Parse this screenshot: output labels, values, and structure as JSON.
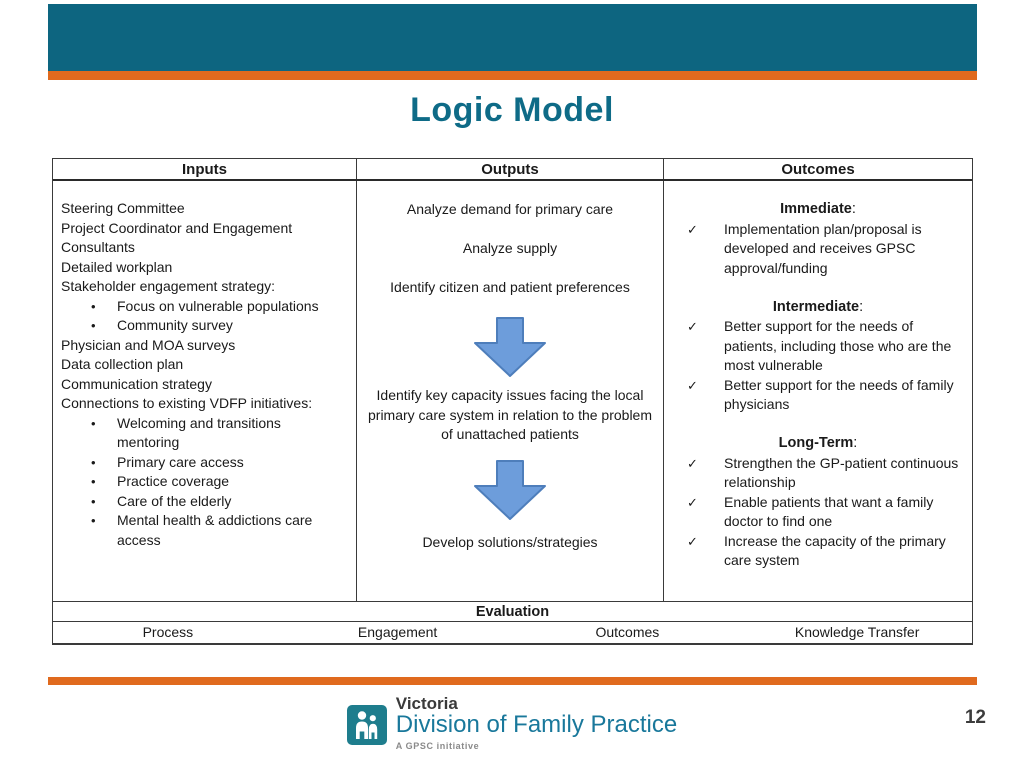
{
  "slide": {
    "title": "Logic Model",
    "page_number": "12"
  },
  "glyphs": {
    "bullet": "•",
    "check": "✓"
  },
  "colors": {
    "teal_banner": "#0d6580",
    "orange_accent": "#e06a1e",
    "title_teal": "#0e6b87",
    "arrow_fill": "#6d9ddb",
    "arrow_border": "#4e7ebb",
    "logo_teal": "#1e7d8d"
  },
  "table": {
    "headers": [
      "Inputs",
      "Outputs",
      "Outcomes"
    ],
    "inputs": {
      "lines": [
        "Steering Committee",
        "Project Coordinator and Engagement Consultants",
        "Detailed workplan",
        "Stakeholder engagement strategy:"
      ],
      "strategy_bullets": [
        "Focus on vulnerable populations",
        "Community survey"
      ],
      "lines2": [
        "Physician and MOA surveys",
        "Data collection plan",
        "Communication strategy",
        "Connections to existing VDFP initiatives:"
      ],
      "initiative_bullets": [
        "Welcoming and transitions mentoring",
        "Primary care access",
        "Practice coverage",
        "Care of the elderly",
        "Mental health & addictions care access"
      ]
    },
    "outputs": {
      "step1": "Analyze demand for primary care",
      "step2": "Analyze supply",
      "step3": "Identify citizen and patient preferences",
      "step4": "Identify key capacity issues facing the local primary care system in relation to the problem of unattached patients",
      "step5": "Develop solutions/strategies"
    },
    "outcomes": {
      "sections": [
        {
          "heading": "Immediate",
          "suffix": ":",
          "items": [
            "Implementation plan/proposal is developed and receives GPSC approval/funding"
          ]
        },
        {
          "heading": "Intermediate",
          "suffix": ":",
          "items": [
            "Better support for the needs of patients, including those who are the most vulnerable",
            "Better support for the needs of family physicians"
          ]
        },
        {
          "heading": "Long-Term",
          "suffix": ":",
          "items": [
            "Strengthen the GP-patient continuous relationship",
            "Enable patients that want a family doctor to find one",
            "Increase the capacity of the primary care system"
          ]
        }
      ]
    },
    "evaluation": {
      "title": "Evaluation",
      "columns": [
        "Process",
        "Engagement",
        "Outcomes",
        "Knowledge Transfer"
      ]
    }
  },
  "footer": {
    "logo_city": "Victoria",
    "logo_name": "Division of Family Practice",
    "logo_tagline": "A GPSC initiative"
  }
}
